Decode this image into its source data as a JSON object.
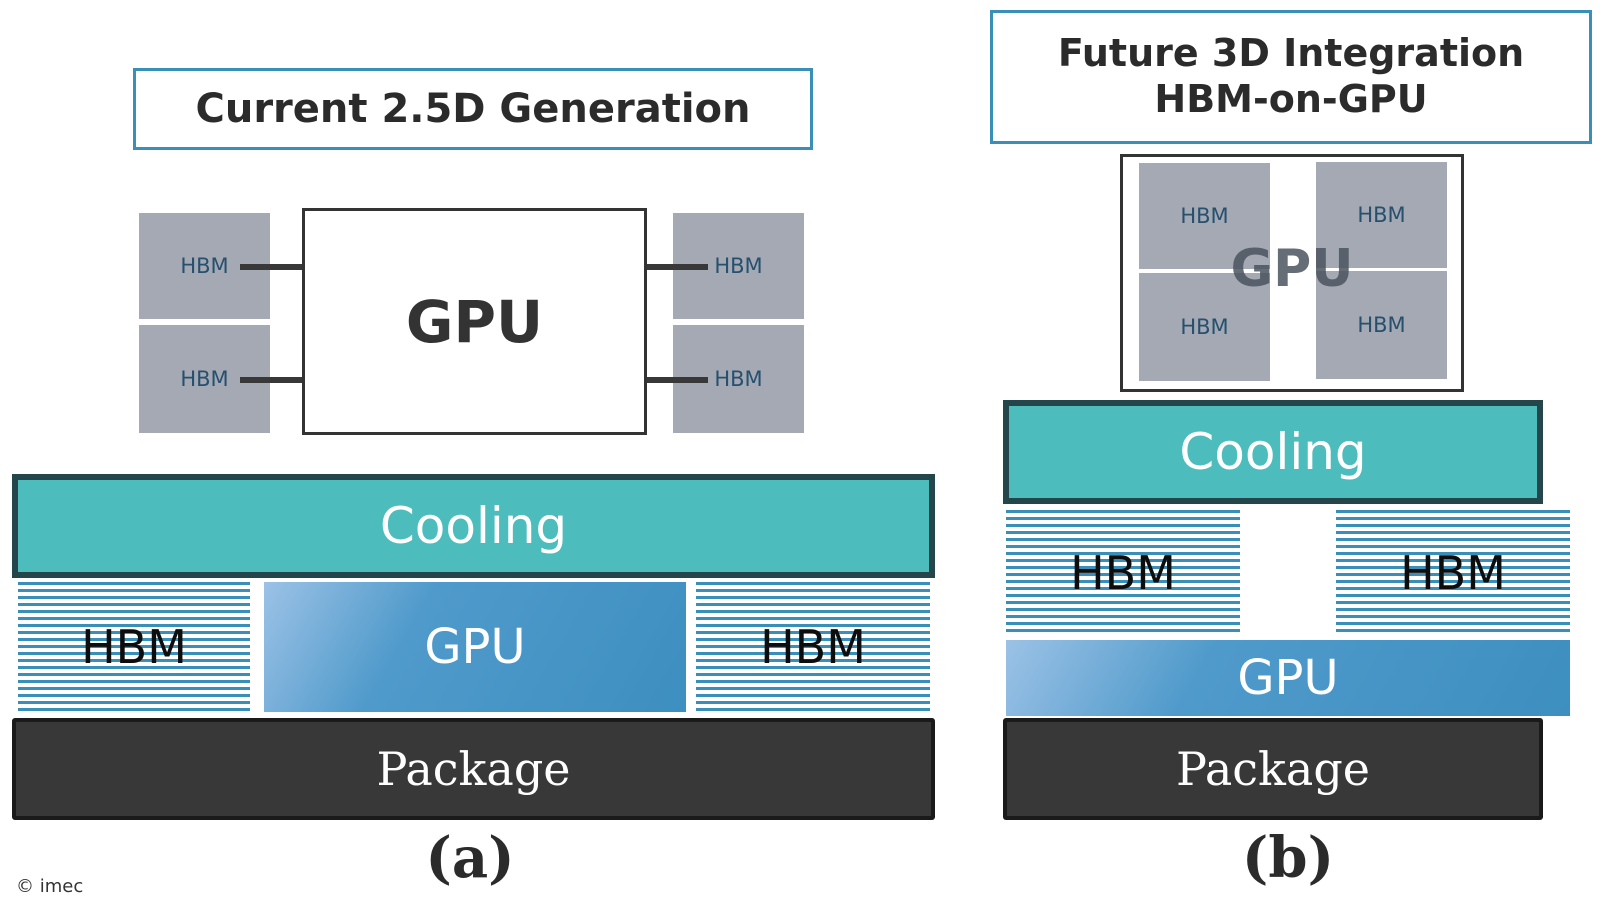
{
  "panel_a": {
    "title": "Current 2.5D Generation",
    "top_view": {
      "gpu_label": "GPU",
      "hbm_tiles": [
        "HBM",
        "HBM",
        "HBM",
        "HBM"
      ]
    },
    "stack": {
      "cooling": "Cooling",
      "hbm_left": "HBM",
      "gpu": "GPU",
      "hbm_right": "HBM",
      "package": "Package"
    },
    "caption": "(a)"
  },
  "panel_b": {
    "title_line1": "Future 3D Integration",
    "title_line2": "HBM-on-GPU",
    "top_view": {
      "gpu_label": "GPU",
      "hbm_tiles": [
        "HBM",
        "HBM",
        "HBM",
        "HBM"
      ]
    },
    "stack": {
      "cooling": "Cooling",
      "hbm_left": "HBM",
      "hbm_right": "HBM",
      "gpu": "GPU",
      "package": "Package"
    },
    "caption": "(b)"
  },
  "credit": "© imec",
  "colors": {
    "title_border": "#3a8fb8",
    "hbm_tile": "#a4a9b4",
    "cooling": "#4dbcbd",
    "cooling_border": "#24454a",
    "hbm_stripe": "#3a8fb8",
    "gpu_gradient_start": "#9cc2e6",
    "gpu_gradient_end": "#3d8fc0",
    "package": "#383838"
  }
}
